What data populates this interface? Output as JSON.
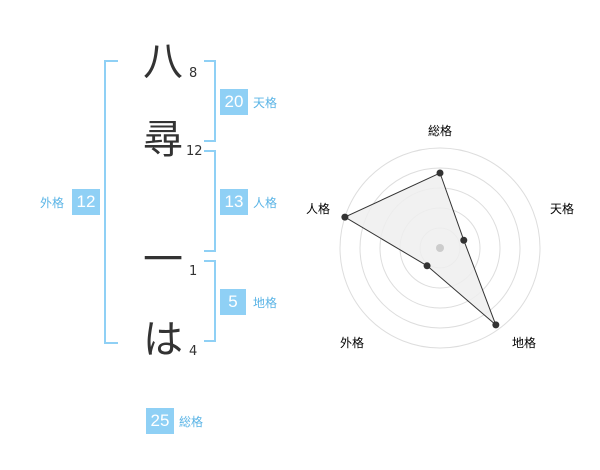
{
  "name": {
    "chars": [
      "八",
      "尋",
      "一",
      "は"
    ],
    "strokes": [
      "8",
      "12",
      "1",
      "4"
    ]
  },
  "fortunes": {
    "tenkaku": {
      "value": "20",
      "label": "天格"
    },
    "jinkaku": {
      "value": "13",
      "label": "人格"
    },
    "chikaku": {
      "value": "5",
      "label": "地格"
    },
    "gaikaku": {
      "value": "12",
      "label": "外格"
    },
    "soukaku": {
      "value": "25",
      "label": "総格"
    }
  },
  "radar": {
    "axes": [
      "総格",
      "天格",
      "地格",
      "外格",
      "人格"
    ],
    "values": [
      0.75,
      0.25,
      0.95,
      0.22,
      1.0
    ],
    "fill_color": "#eeeeee",
    "line_color": "#333333",
    "ring_color": "#dddddd"
  },
  "colors": {
    "accent": "#8fd0f5",
    "label": "#5ab4e6"
  }
}
